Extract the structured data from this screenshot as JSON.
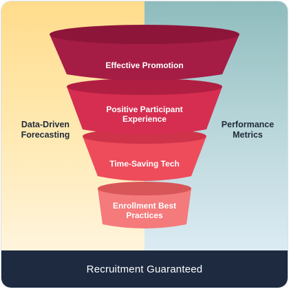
{
  "side_labels": {
    "left": "Data-Driven\nForecasting",
    "right": "Performance\nMetrics"
  },
  "funnel": {
    "tiers": [
      {
        "label": "Effective Promotion",
        "color": "#a51c45",
        "rim": "#8d1539"
      },
      {
        "label": "Positive Participant\nExperience",
        "color": "#d52e50",
        "rim": "#b01f42"
      },
      {
        "label": "Time-Saving Tech",
        "color": "#ee4b5b",
        "rim": "#cf3349"
      },
      {
        "label": "Enrollment Best\nPractices",
        "color": "#f47a7b",
        "rim": "#d85658"
      }
    ]
  },
  "footer": {
    "label": "Recruitment Guaranteed",
    "background": "#1d2a40"
  },
  "colors": {
    "left_panel": "#ffdc8c",
    "right_panel": "#8fbcbd"
  }
}
